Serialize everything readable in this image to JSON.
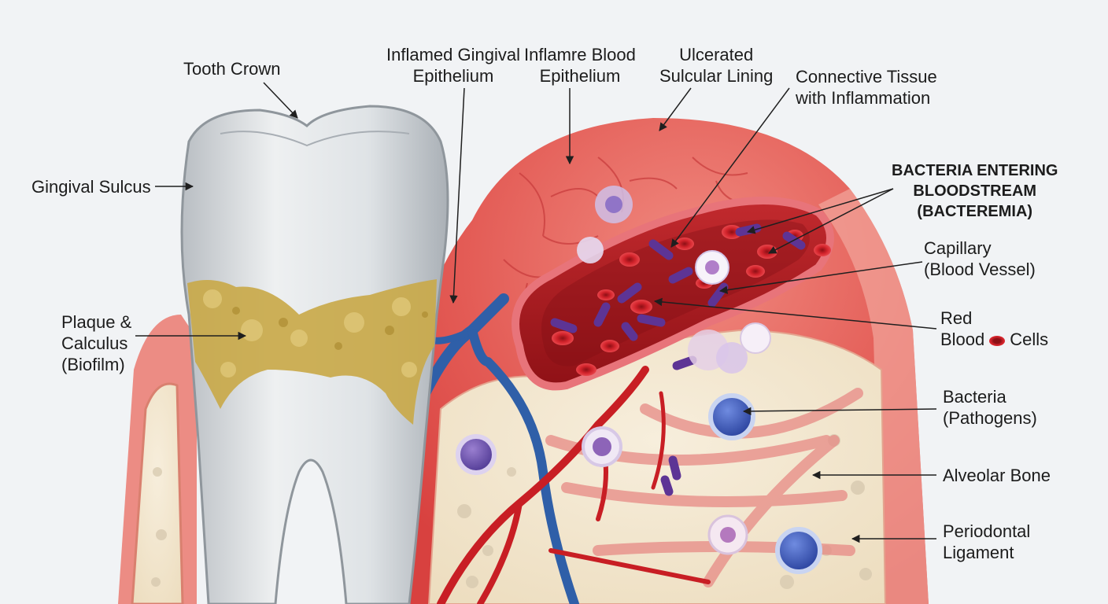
{
  "labels": {
    "tooth_crown": "Tooth Crown",
    "gingival_sulcus": "Gingival Sulcus",
    "plaque": [
      "Plaque &",
      "Calculus",
      "(Biofilm)"
    ],
    "inflamed_gingival_epithelium": [
      "Inflamed Gingival",
      "Epithelium"
    ],
    "inflamed_blood_epithelium": [
      "Inflamre Blood",
      "Epithelium"
    ],
    "ulcerated_sulcular_lining": [
      "Ulcerated",
      "Sulcular Lining"
    ],
    "connective_tissue": [
      "Connective Tissue",
      "with Inflammation"
    ],
    "bacteremia": [
      "BACTERIA ENTERING",
      "BLOODSTREAM",
      "(BACTEREMIA)"
    ],
    "capillary": [
      "Capillary",
      "(Blood Vessel)"
    ],
    "red_blood_cells": {
      "line1": "Red",
      "line2_a": "Blood",
      "line2_b": "Cells"
    },
    "bacteria_pathogens": [
      "Bacteria",
      "(Pathogens)"
    ],
    "alveolar_bone": "Alveolar Bone",
    "periodontal_ligament": [
      "Periodontal",
      "Ligament"
    ]
  },
  "colors": {
    "background": "#f1f3f5",
    "gum": "#e0524d",
    "gum_light": "#f4a39a",
    "bone": "#f2e6cf",
    "tooth": "#e3e6e8",
    "calculus": "#c9a94a",
    "vessel_blue": "#2f5fa8",
    "artery_red": "#c81e24",
    "bacteria": "#7d4fb0",
    "leader_lines": "#1f1f1f"
  }
}
